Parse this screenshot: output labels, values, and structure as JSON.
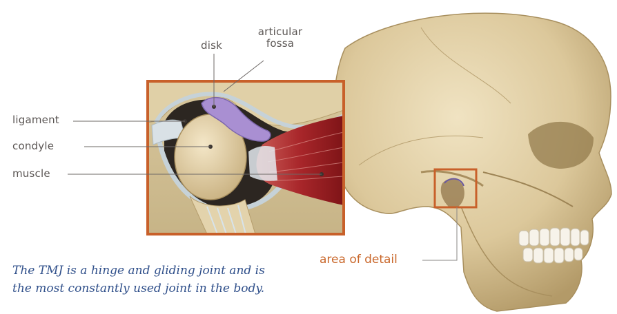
{
  "labels": {
    "disk": "disk",
    "articular_fossa_line1": "articular",
    "articular_fossa_line2": "fossa",
    "ligament": "ligament",
    "condyle": "condyle",
    "muscle": "muscle",
    "area_of_detail": "area of detail"
  },
  "caption": {
    "line1": "The TMJ is a hinge and gliding joint and is",
    "line2": "the most constantly used joint in the body."
  },
  "colors": {
    "frame": "#c8602a",
    "bone": "#e3d3ac",
    "disk": "#a98fd2",
    "muscle": "#a8262a",
    "label_text": "#5a5553",
    "caption_text": "#2f4f8a"
  }
}
